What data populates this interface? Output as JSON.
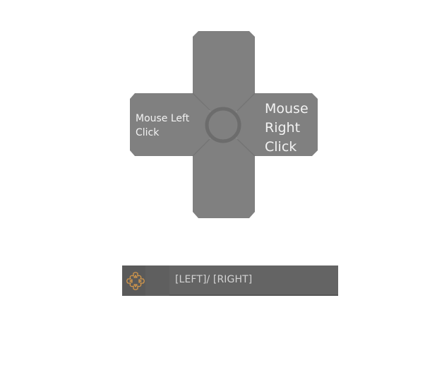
{
  "dpad": {
    "left_label": "Mouse Left Click",
    "right_label": "Mouse Right Click",
    "fill_color": "#808080",
    "ring_color": "#6c6c6c",
    "seam_color": "#747474"
  },
  "hint_bar": {
    "icon": "controller-dpad-icon",
    "icon_color": "#d4974a",
    "text": "[LEFT]/ [RIGHT]",
    "background": "#646464"
  }
}
